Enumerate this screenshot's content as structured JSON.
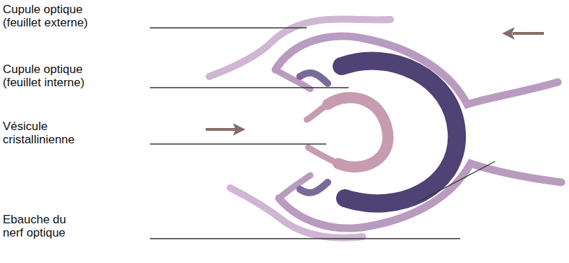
{
  "diagram": {
    "labels": [
      "Cupule optique (feuillet externe)",
      "Cupule optique (feuillet interne)",
      "Vésicule cristallinienne",
      "Ebauche du nerf optique"
    ]
  }
}
